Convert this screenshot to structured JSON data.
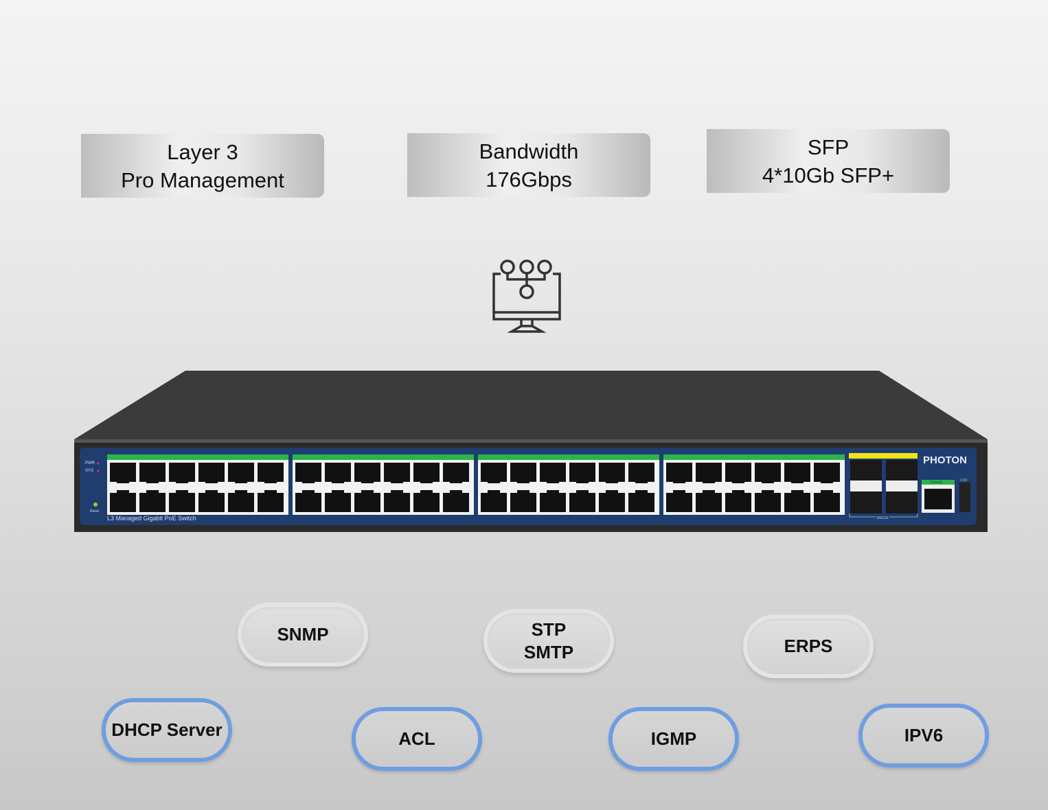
{
  "features": [
    {
      "line1": "Layer 3",
      "line2": "Pro Management"
    },
    {
      "line1": "Bandwidth",
      "line2": "176Gbps"
    },
    {
      "line1": "SFP",
      "line2": "4*10Gb SFP+"
    }
  ],
  "icon": "network-monitor-icon",
  "switch": {
    "model_label": "L3 Managed Gigabit PoE Switch",
    "brand": "PHOTON",
    "led_labels": [
      "PWR",
      "SYS"
    ],
    "reset_label": "Reset",
    "console_label": "Console",
    "usb_label": "USB",
    "sfp_label": "10G/1G",
    "rj45_ports": 48,
    "sfp_ports": 4
  },
  "protocols": {
    "grey": [
      "SNMP",
      "STP",
      "SMTP",
      "ERPS"
    ],
    "blue": [
      "DHCP Server",
      "ACL",
      "IGMP",
      "IPV6"
    ]
  },
  "colors": {
    "panel": "#1f3d6e",
    "port_label": "#2fb24a",
    "sfp_label": "#f2e21a",
    "pill_blue": "#6f9de0"
  }
}
